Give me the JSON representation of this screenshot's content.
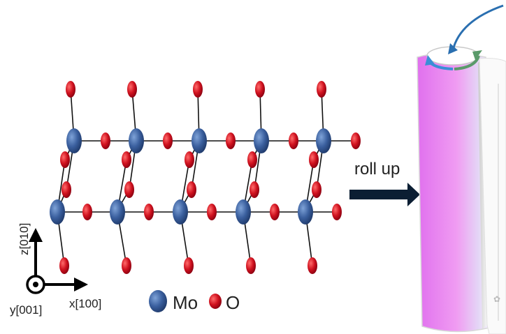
{
  "diagram": {
    "action_label": "roll up",
    "axes": {
      "z": "z[010]",
      "x": "x[100]",
      "y": "y[001]"
    },
    "legend": {
      "mo_label": "Mo",
      "o_label": "O"
    },
    "colors": {
      "mo_atom": "#3a5f9e",
      "o_atom": "#c8102e",
      "bond": "#111111",
      "arrow": "#0b1e33",
      "tube_pink": "#e97ef0",
      "tube_lavender": "#e6d8f7",
      "rotation_blue": "#3a8fd6",
      "rotation_green": "#5a9a6a"
    }
  }
}
